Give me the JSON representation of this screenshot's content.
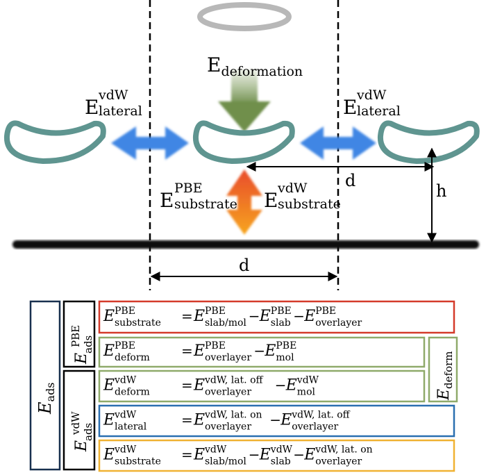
{
  "labels": {
    "e": "E",
    "deformation": "deformation",
    "vdw": "vdW",
    "pbe": "PBE",
    "lateral": "lateral",
    "substrate": "substrate",
    "d": "d",
    "h": "h",
    "ads": "ads",
    "deform": "deform"
  },
  "equations": [
    {
      "border_color": "#d43a2a",
      "lhs_sup": "PBE",
      "lhs_sub": "substrate",
      "terms": [
        {
          "op": "=",
          "sup": "PBE",
          "sub": "slab/mol"
        },
        {
          "op": "−",
          "sup": "PBE",
          "sub": "slab"
        },
        {
          "op": "−",
          "sup": "PBE",
          "sub": "overlayer"
        }
      ]
    },
    {
      "border_color": "#8faa6a",
      "lhs_sup": "PBE",
      "lhs_sub": "deform",
      "terms": [
        {
          "op": "=",
          "sup": "PBE",
          "sub": "overlayer"
        },
        {
          "op": "−",
          "sup": "PBE",
          "sub": "mol"
        }
      ]
    },
    {
      "border_color": "#8faa6a",
      "lhs_sup": "vdW",
      "lhs_sub": "deform",
      "terms": [
        {
          "op": "=",
          "sup": "vdW, lat. off",
          "sub": "overlayer"
        },
        {
          "op": "−",
          "sup": "vdW",
          "sub": "mol"
        }
      ]
    },
    {
      "border_color": "#2a6fb0",
      "lhs_sup": "vdW",
      "lhs_sub": "lateral",
      "terms": [
        {
          "op": "=",
          "sup": "vdW, lat. on",
          "sub": "overlayer"
        },
        {
          "op": "−",
          "sup": "vdW, lat. off",
          "sub": "overlayer"
        }
      ]
    },
    {
      "border_color": "#f0b232",
      "lhs_sup": "vdW",
      "lhs_sub": "substrate",
      "terms": [
        {
          "op": "=",
          "sup": "vdW",
          "sub": "slab/mol"
        },
        {
          "op": "−",
          "sup": "vdW",
          "sub": "slab"
        },
        {
          "op": "−",
          "sup": "vdW, lat. on",
          "sub": "overlayer"
        }
      ]
    }
  ],
  "colors": {
    "molecule": "#5f9590",
    "halo": "#b8b8b8",
    "lateral_arrow": "#3f86e4",
    "deformation_arrow": "#8aa468",
    "substrate_arrow_top": "#e84c2c",
    "substrate_arrow_bottom": "#f7a51e",
    "slab": "#111111",
    "box_dark": "#18304f",
    "box_black": "#000000",
    "box_green": "#8faa6a"
  }
}
